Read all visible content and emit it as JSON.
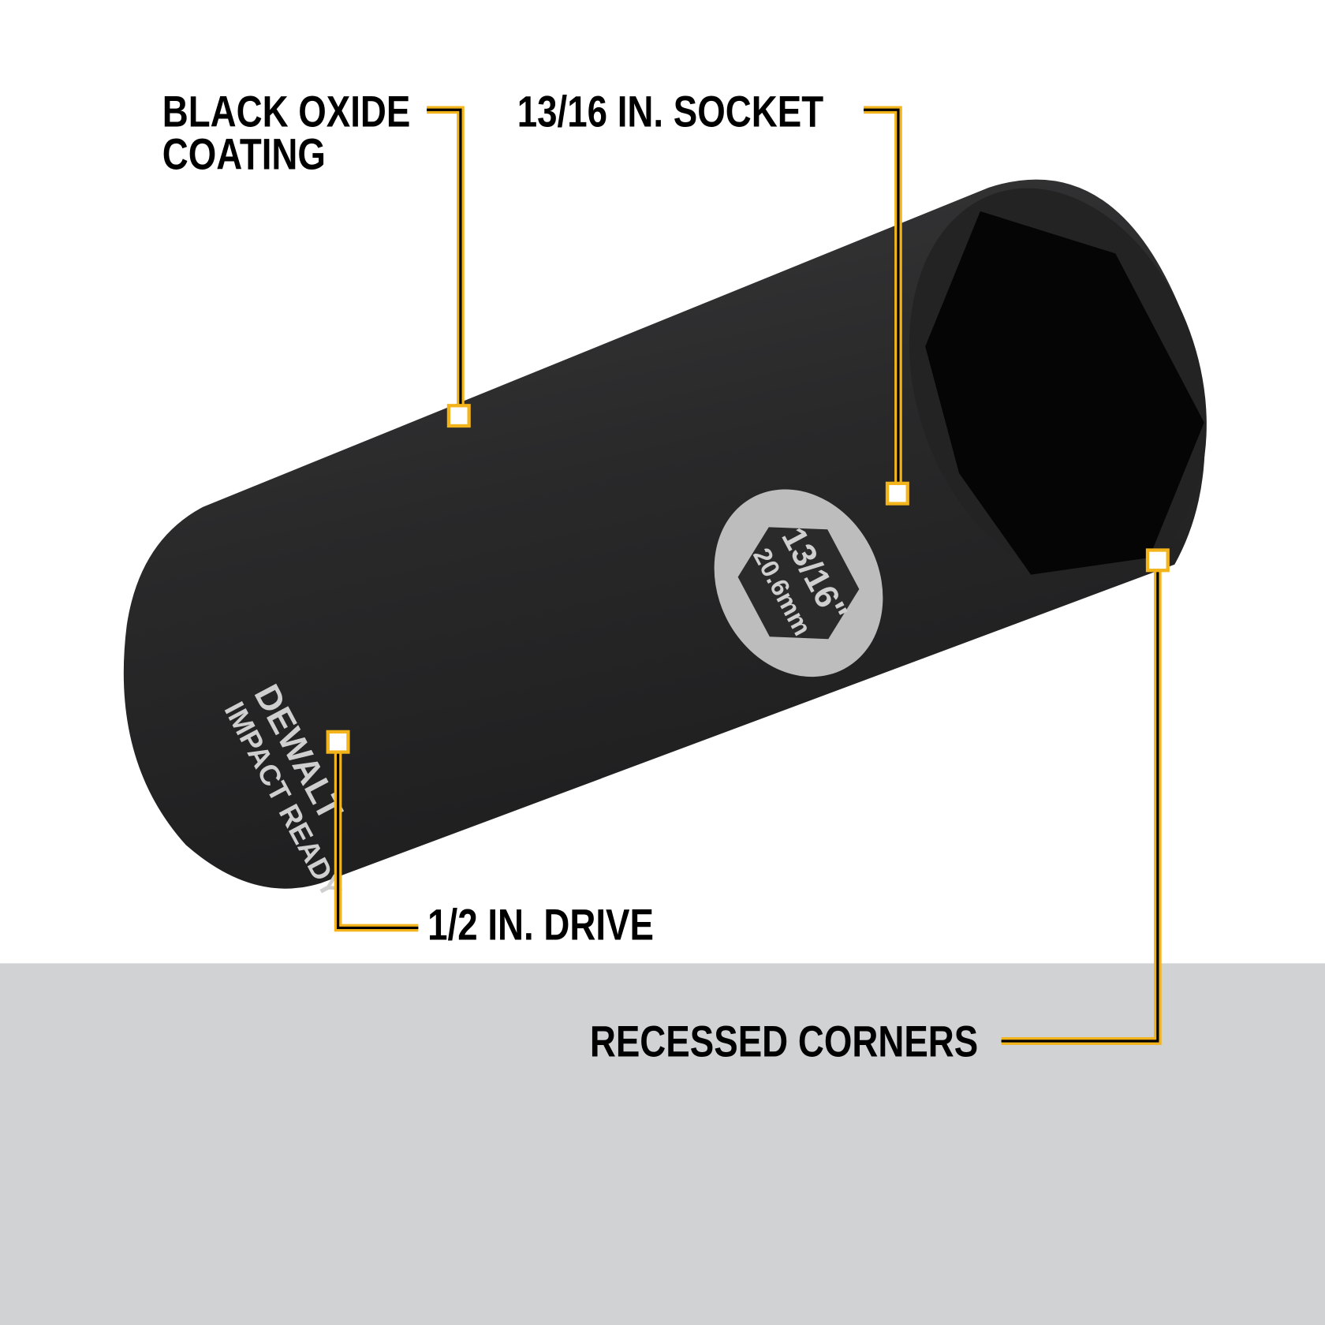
{
  "colors": {
    "background_top": "#ffffff",
    "background_bottom": "#d1d2d4",
    "accent": "#f2b31b",
    "socket": "#2a2a2b"
  },
  "callouts": [
    {
      "id": "coating",
      "lines": [
        "BLACK OXIDE",
        "COATING"
      ]
    },
    {
      "id": "size",
      "lines": [
        "13/16 IN. SOCKET"
      ]
    },
    {
      "id": "drive",
      "lines": [
        "1/2 IN. DRIVE"
      ]
    },
    {
      "id": "corners",
      "lines": [
        "RECESSED CORNERS"
      ]
    }
  ],
  "product_markings": {
    "size_in": "13/16\"",
    "size_mm": "20.6mm",
    "brand": "DEWALT",
    "series": "IMPACT READY"
  }
}
